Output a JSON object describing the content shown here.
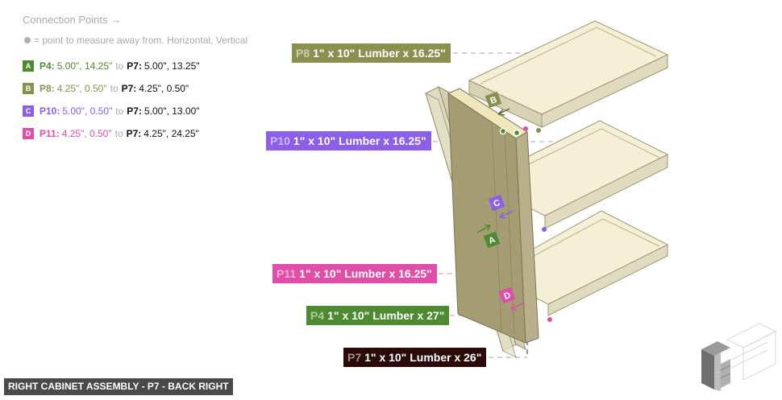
{
  "legend": {
    "title": "Connection Points →",
    "note": "= point to measure away from. Horizontal, Vertical",
    "connections": [
      {
        "badge": "A",
        "color": "#4e8a32",
        "from_part": "P4:",
        "from_value": "5.00\", 14.25\"",
        "to_word": "to",
        "to_part": "P7:",
        "to_value": "5.00\", 13.25\""
      },
      {
        "badge": "B",
        "color": "#8a9150",
        "from_part": "P8:",
        "from_value": "4.25\", 0.50\"",
        "to_word": "to",
        "to_part": "P7:",
        "to_value": "4.25\", 0.50\""
      },
      {
        "badge": "C",
        "color": "#8b5fe8",
        "from_part": "P10:",
        "from_value": "5.00\", 0.50\"",
        "to_word": "to",
        "to_part": "P7:",
        "to_value": "5.00\", 13.00\""
      },
      {
        "badge": "D",
        "color": "#e04ea8",
        "from_part": "P11:",
        "from_value": "4.25\", 0.50\"",
        "to_word": "to",
        "to_part": "P7:",
        "to_value": "4.25\", 24.25\""
      }
    ]
  },
  "parts": {
    "p8": {
      "id": "P8",
      "label": "1\" x 10\" Lumber  x 16.25\"",
      "color": "#8a9150"
    },
    "p10": {
      "id": "P10",
      "label": "1\" x 10\" Lumber  x 16.25\"",
      "color": "#8b5fe8"
    },
    "p11": {
      "id": "P11",
      "label": "1\" x 10\" Lumber  x 16.25\"",
      "color": "#e04ea8"
    },
    "p4": {
      "id": "P4",
      "label": "1\" x 10\" Lumber  x 27\"",
      "color": "#4e8a32"
    },
    "p7": {
      "id": "P7",
      "label": "1\" x 10\" Lumber  x 26\"",
      "color": "#2b0a0a"
    }
  },
  "markers": {
    "a": "A",
    "b": "B",
    "c": "C",
    "d": "D"
  },
  "footer": {
    "title": "RIGHT CABINET ASSEMBLY - P7 - BACK RIGHT"
  }
}
